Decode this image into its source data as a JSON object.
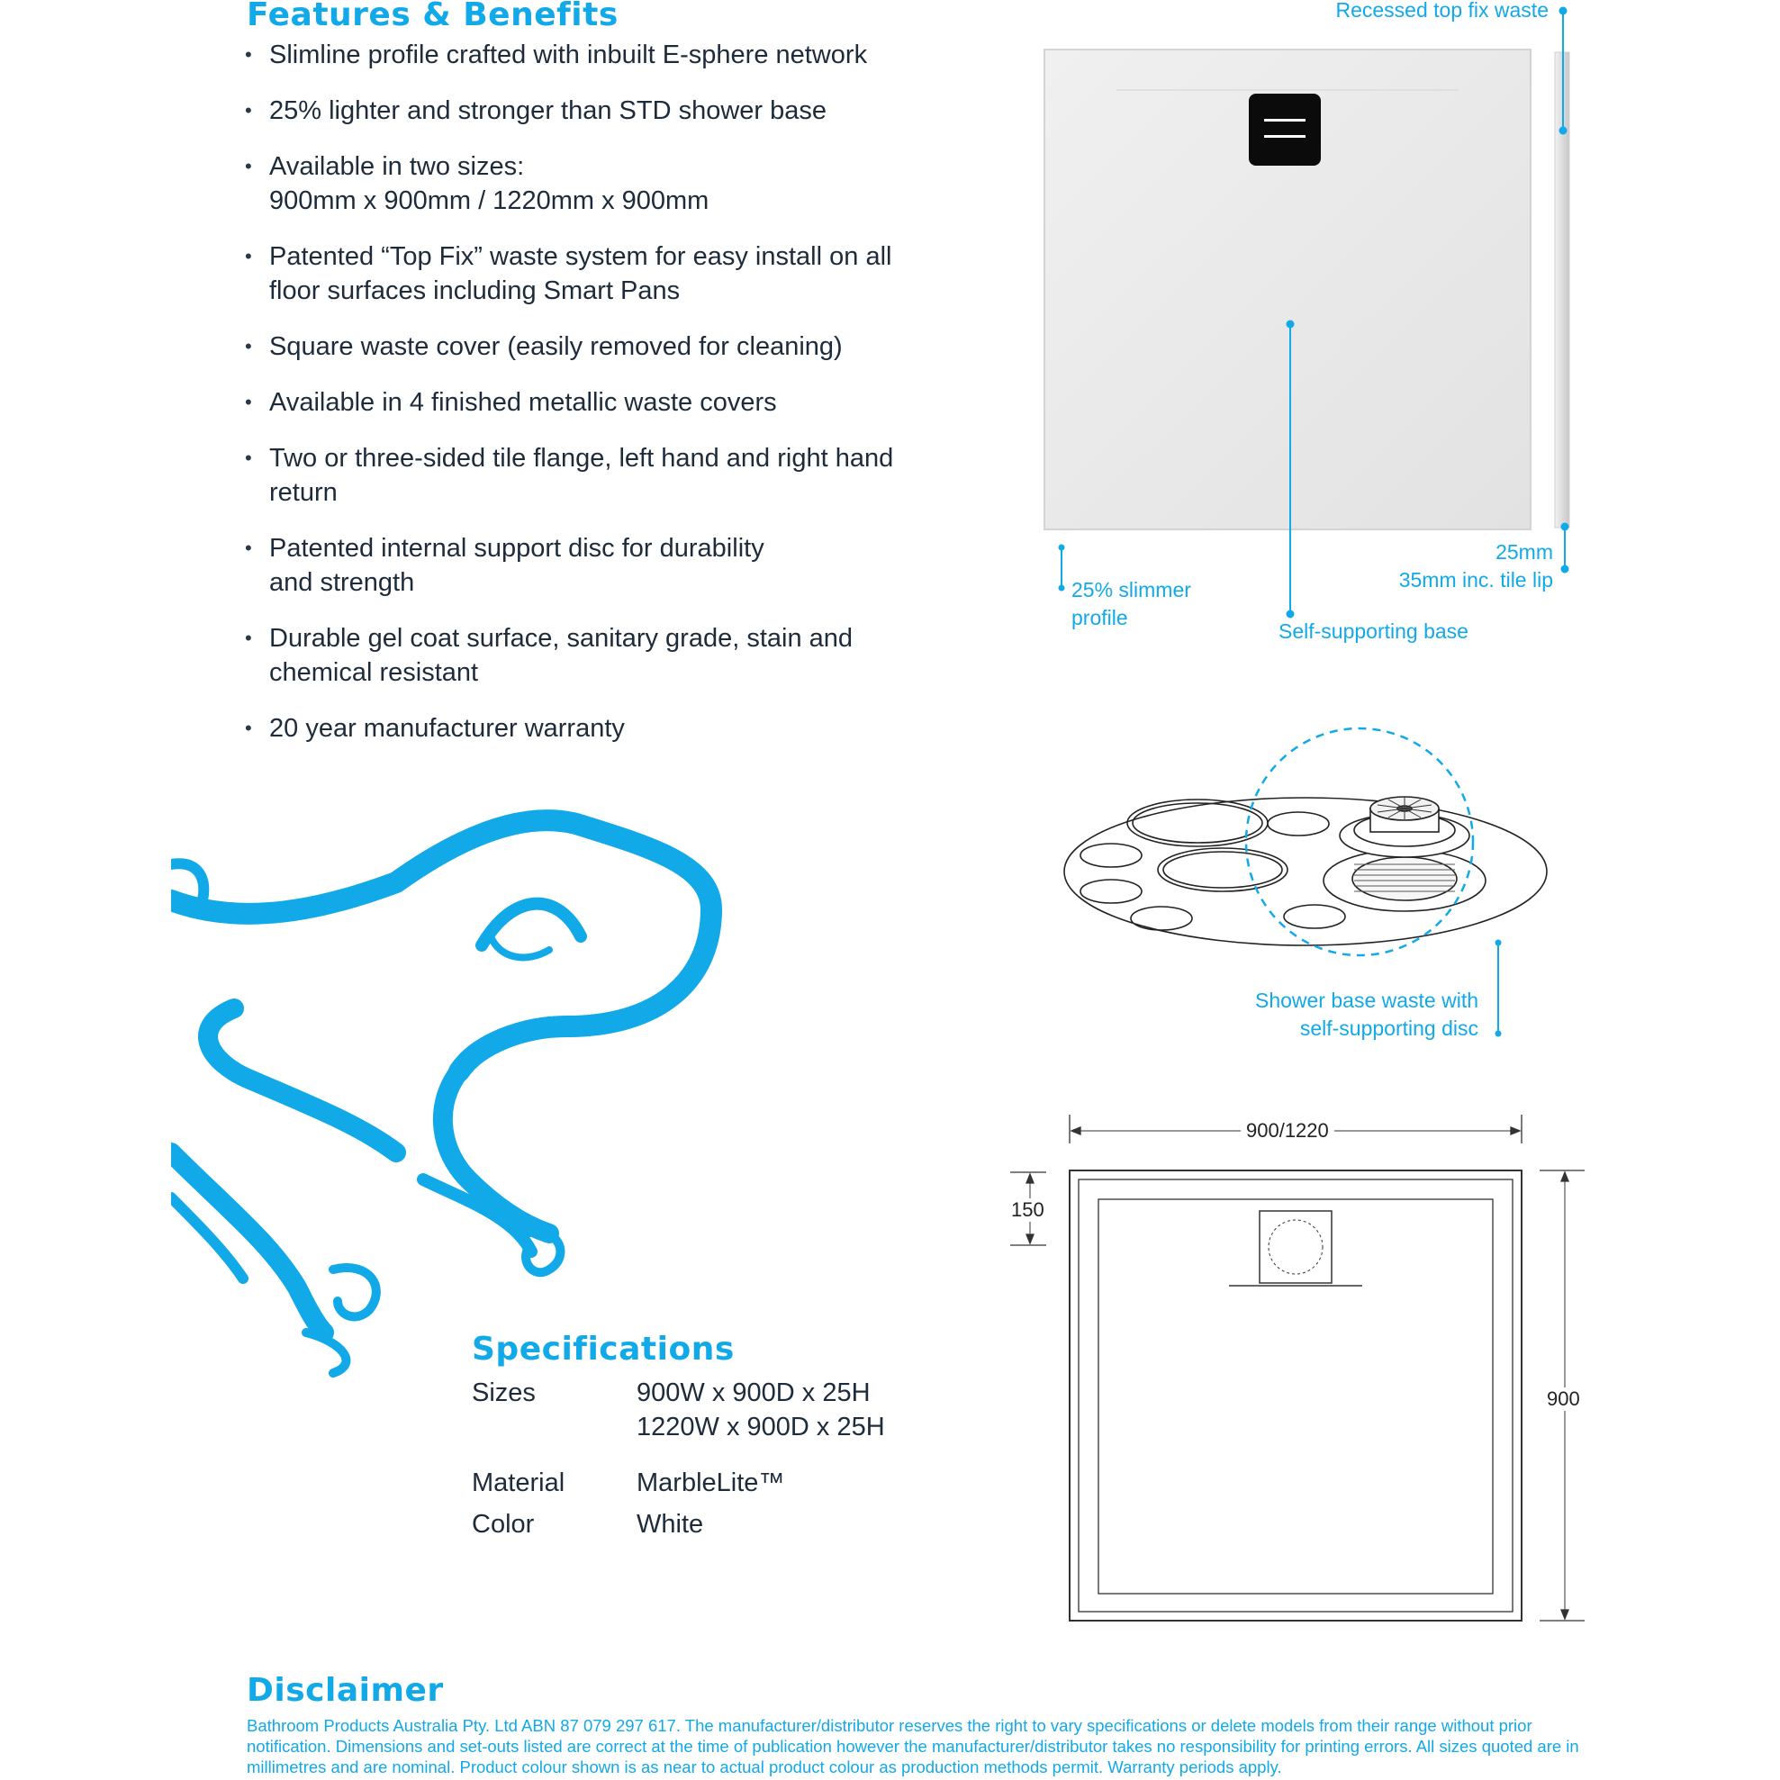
{
  "features": {
    "heading": "Features & Benefits",
    "items": [
      {
        "line1": "Slimline profile crafted with inbuilt E-sphere network",
        "line2": ""
      },
      {
        "line1": "25% lighter and stronger than STD shower base",
        "line2": ""
      },
      {
        "line1": "Available in two sizes:",
        "line2": "900mm x 900mm / 1220mm x 900mm"
      },
      {
        "line1": "Patented “Top Fix” waste system for easy install on all",
        "line2": "floor surfaces including Smart Pans"
      },
      {
        "line1": "Square waste cover (easily removed for cleaning)",
        "line2": ""
      },
      {
        "line1": "Available in 4 finished metallic waste covers",
        "line2": ""
      },
      {
        "line1": "Two or three-sided tile flange, left hand and right hand",
        "line2": "return"
      },
      {
        "line1": "Patented internal support disc for durability",
        "line2": "and strength"
      },
      {
        "line1": "Durable gel coat surface, sanitary grade, stain and",
        "line2": "chemical resistant"
      },
      {
        "line1": "20 year manufacturer warranty",
        "line2": ""
      }
    ]
  },
  "product_callouts": {
    "recessed_waste": "Recessed top fix waste",
    "height_line1": "25mm",
    "height_line2": "35mm inc. tile lip",
    "slimmer_line1": "25% slimmer",
    "slimmer_line2": "profile",
    "self_supporting": "Self-supporting base",
    "disc_line1": "Shower base waste with",
    "disc_line2": "self-supporting disc"
  },
  "drawing": {
    "width_label": "900/1220",
    "depth_label": "900",
    "waste_offset_label": "150"
  },
  "specifications": {
    "heading": "Specifications",
    "sizes_label": "Sizes",
    "sizes_value1": "900W x 900D x 25H",
    "sizes_value2": "1220W x 900D x 25H",
    "material_label": "Material",
    "material_value": "MarbleLite™",
    "color_label": "Color",
    "color_value": "White"
  },
  "disclaimer": {
    "heading": "Disclaimer",
    "text": "Bathroom Products Australia Pty. Ltd ABN 87 079 297 617. The manufacturer/distributor reserves the right to vary specifications or delete models from their range without prior notification. Dimensions and set-outs listed are correct at the time of publication however the manufacturer/distributor takes no responsibility for printing errors. All sizes quoted are in millimetres and are nominal. Product colour shown is as near to actual product colour as production methods permit. Warranty periods apply."
  },
  "colors": {
    "accent": "#12a9e8",
    "text": "#1d2b3a",
    "product_white": "#e9e9e9"
  },
  "icons": [
    "frog-logo-icon",
    "shower-base-photo",
    "waste-disc-illustration",
    "technical-drawing"
  ]
}
